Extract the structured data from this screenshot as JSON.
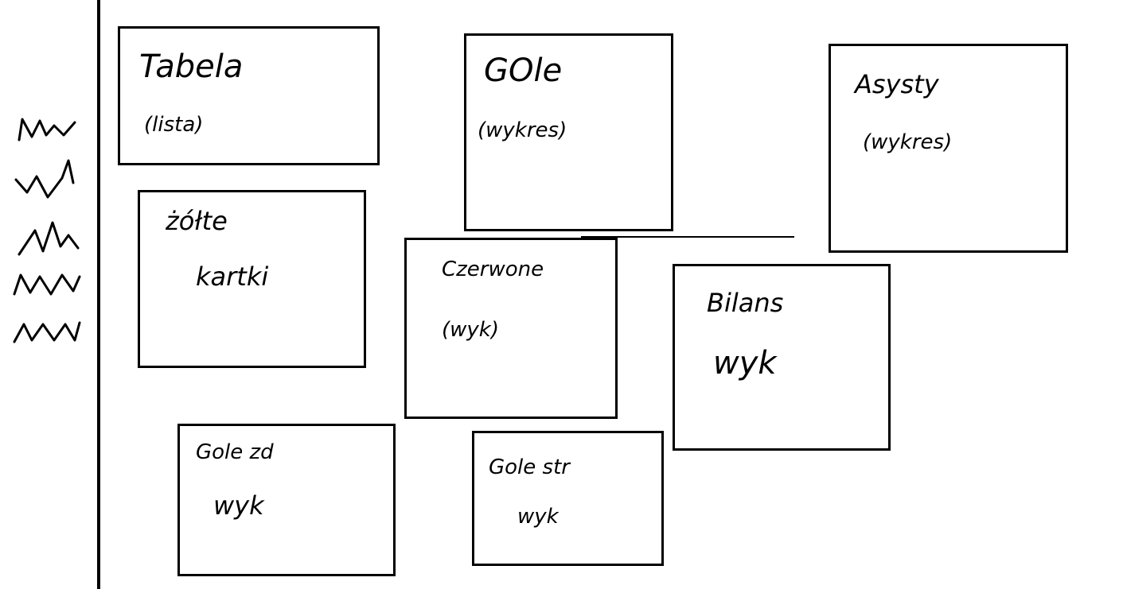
{
  "panels": {
    "tabela": {
      "title": "Tabela",
      "subtitle": "(lista)"
    },
    "gole": {
      "title": "GOle",
      "subtitle": "(wykres)"
    },
    "asysty": {
      "title": "Asysty",
      "subtitle": "(wykres)"
    },
    "zolte": {
      "title": "żółte",
      "subtitle": "kartki"
    },
    "czerwone": {
      "title": "Czerwone",
      "subtitle": "(wyk)"
    },
    "bilans": {
      "title": "Bilans",
      "subtitle": "wyk"
    },
    "gole_zd": {
      "title": "Gole zd",
      "subtitle": "wyk"
    },
    "gole_str": {
      "title": "Gole str",
      "subtitle": "wyk"
    }
  },
  "sidebar": {
    "items": [
      "scribble-1",
      "scribble-2",
      "scribble-3",
      "scribble-4",
      "scribble-5"
    ]
  },
  "colors": {
    "ink": "#000000",
    "background": "#ffffff"
  }
}
